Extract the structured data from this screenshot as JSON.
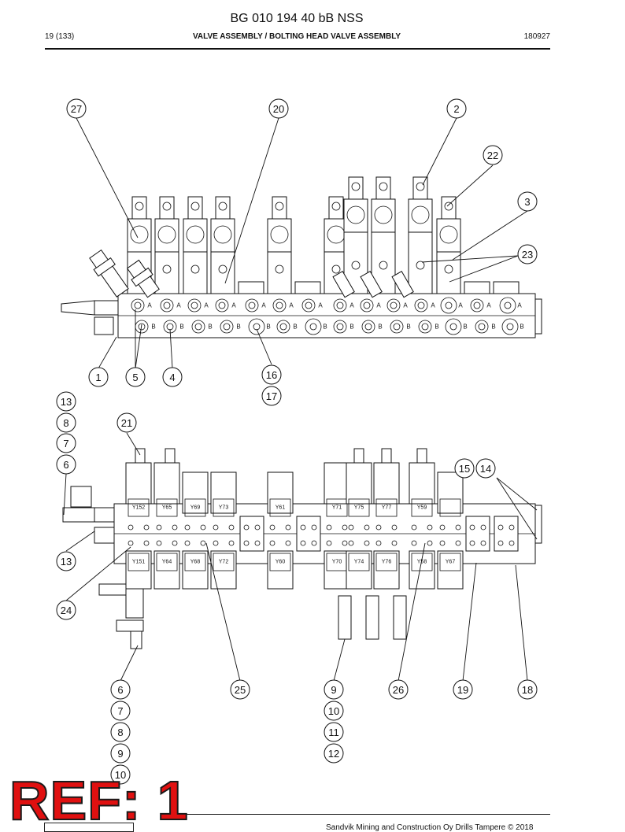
{
  "header": {
    "title": "BG 010 194 40 bB NSS",
    "page": "19 (133)",
    "section": "VALVE ASSEMBLY / BOLTING HEAD VALVE ASSEMBLY",
    "date_code": "180927"
  },
  "footer": {
    "copyright": "Sandvik Mining and Construction Oy Drills Tampere © 2018"
  },
  "stamp": {
    "text": "REF: 1",
    "color": "#e01010"
  },
  "top_view": {
    "port_a": "A",
    "port_b": "B"
  },
  "callouts_top": [
    "27",
    "20",
    "2",
    "22",
    "3",
    "23",
    "1",
    "5",
    "4",
    "16",
    "17"
  ],
  "callouts_bottom": [
    "13",
    "8",
    "7",
    "6",
    "21",
    "15",
    "14",
    "13",
    "24",
    "6",
    "7",
    "8",
    "9",
    "10",
    "25",
    "9",
    "10",
    "11",
    "12",
    "26",
    "19",
    "18"
  ],
  "coil_labels_top": [
    "Y152",
    "Y65",
    "Y69",
    "Y73",
    "Y61",
    "Y71",
    "Y75",
    "Y77",
    "Y59"
  ],
  "coil_labels_bottom": [
    "Y151",
    "Y64",
    "Y68",
    "Y72",
    "Y60",
    "Y70",
    "Y74",
    "Y76",
    "Y58",
    "Y67"
  ]
}
